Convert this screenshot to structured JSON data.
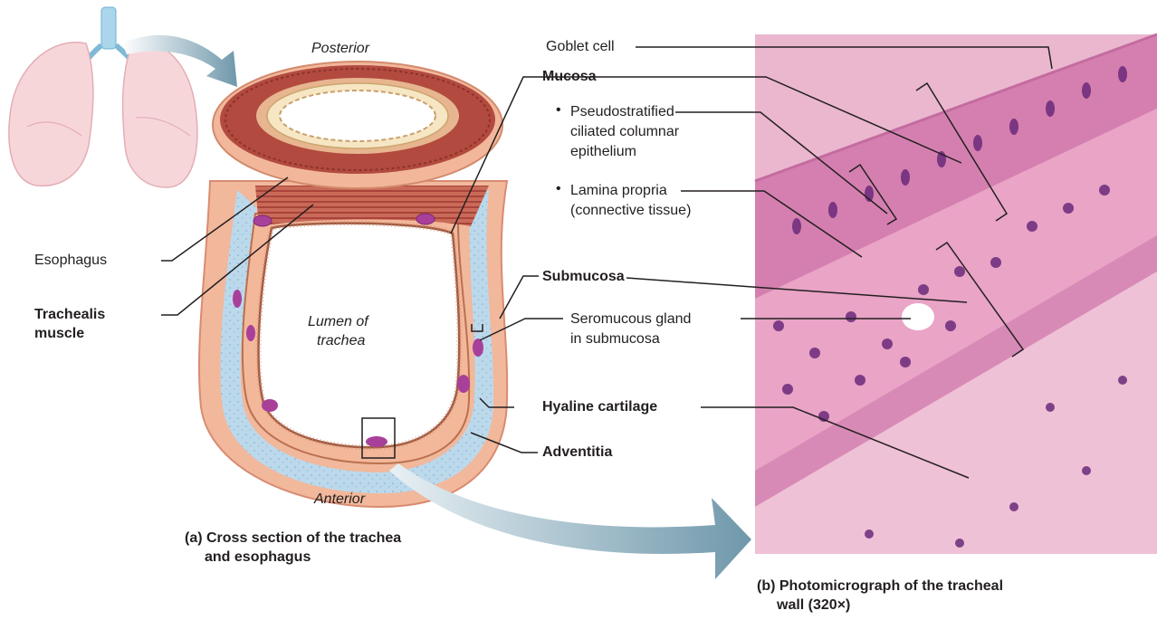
{
  "orientation": {
    "posterior": "Posterior",
    "anterior": "Anterior",
    "lumen_line1": "Lumen of",
    "lumen_line2": "trachea"
  },
  "labels": {
    "esophagus": "Esophagus",
    "trachealis_line1": "Trachealis",
    "trachealis_line2": "muscle",
    "goblet_cell": "Goblet cell",
    "mucosa": "Mucosa",
    "pseudo_line1": "Pseudostratified",
    "pseudo_line2": "ciliated columnar",
    "pseudo_line3": "epithelium",
    "lamina_line1": "Lamina propria",
    "lamina_line2": "(connective tissue)",
    "bullet": "•",
    "submucosa": "Submucosa",
    "sero_line1": "Seromucous gland",
    "sero_line2": "in submucosa",
    "hyaline": "Hyaline cartilage",
    "adventitia": "Adventitia"
  },
  "captions": {
    "a_line1": "(a) Cross section of the trachea",
    "a_line2": "and esophagus",
    "b_line1": "(b) Photomicrograph of the tracheal",
    "b_line2": "wall (320×)"
  },
  "colors": {
    "cartilage": "#bcd9ec",
    "mucosa": "#f2b79b",
    "muscle": "#c0574a",
    "gland": "#a8409a",
    "micro_bg": "#e9a9c6",
    "nuclei": "#6b2a7a",
    "arrow": "#7aa1b3"
  }
}
